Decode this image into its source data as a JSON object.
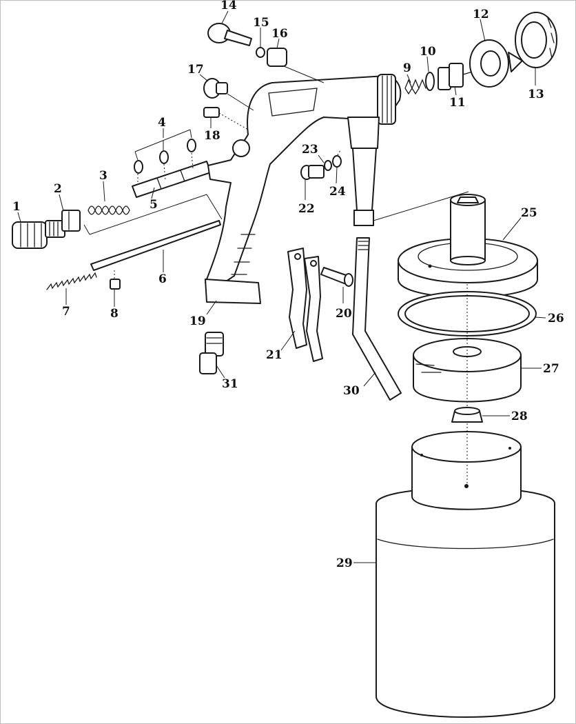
{
  "diagram": {
    "colors": {
      "line": "#1a1a1a",
      "background": "#ffffff"
    },
    "callouts": [
      "1",
      "2",
      "3",
      "4",
      "5",
      "6",
      "7",
      "8",
      "9",
      "10",
      "11",
      "12",
      "13",
      "14",
      "15",
      "16",
      "17",
      "18",
      "19",
      "20",
      "21",
      "22",
      "23",
      "24",
      "25",
      "26",
      "27",
      "28",
      "29",
      "30",
      "31"
    ]
  }
}
